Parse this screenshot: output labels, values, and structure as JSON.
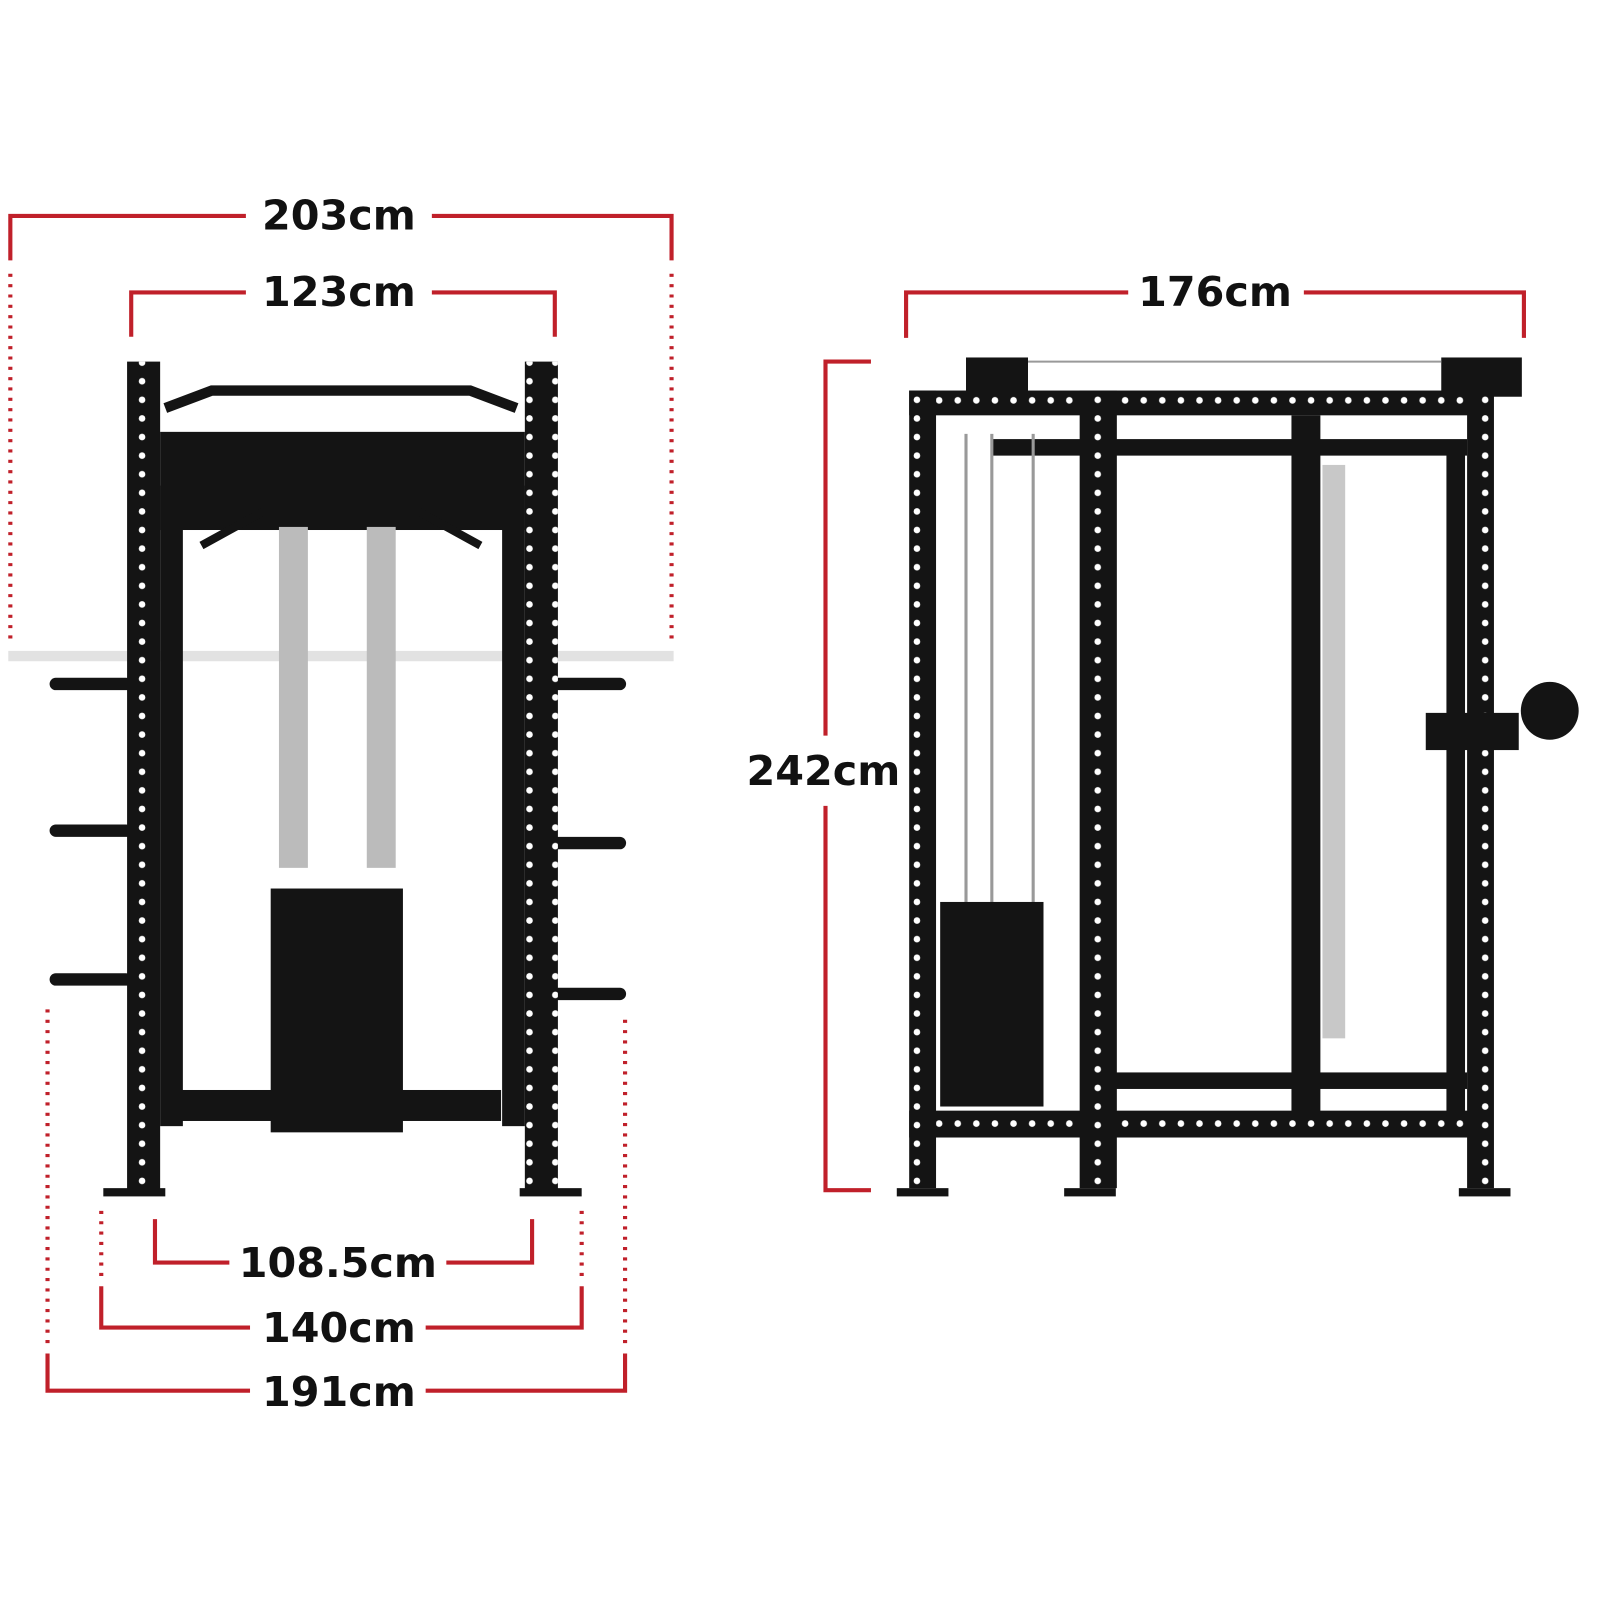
{
  "front_view": {
    "overall_width_with_bar": "203cm",
    "top_width": "123cm",
    "inner_base_width": "108.5cm",
    "base_width": "140cm",
    "footprint_width_with_pegs": "191cm"
  },
  "side_view": {
    "depth": "176cm",
    "height": "242cm"
  },
  "colors": {
    "dimension_line": "#c0202a",
    "frame": "#141414",
    "label": "#111111"
  }
}
